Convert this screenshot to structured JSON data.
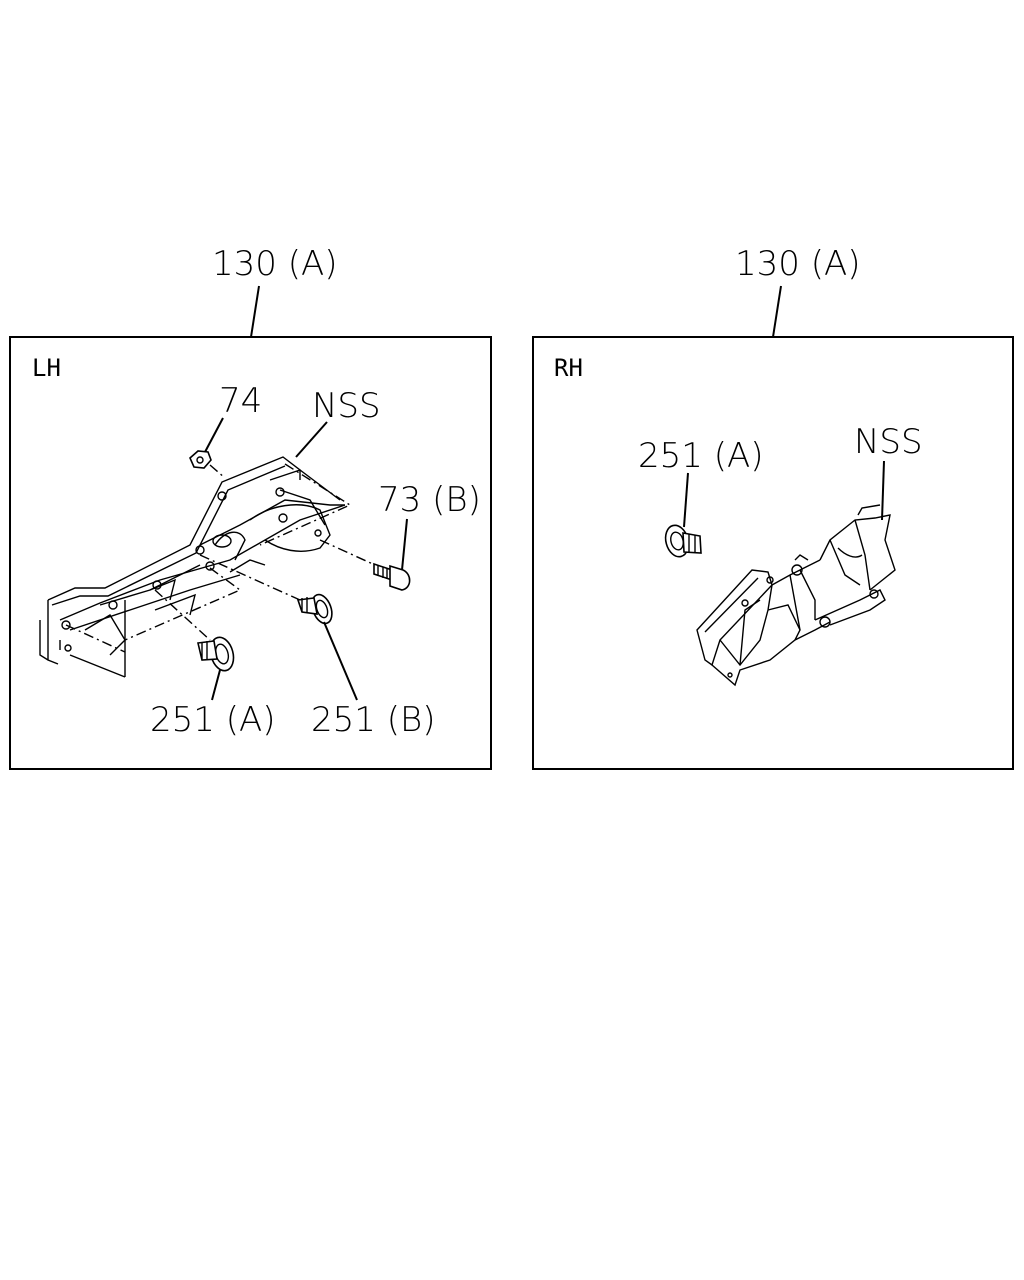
{
  "panels": {
    "lh": {
      "side_label": "LH",
      "assembly_label": "130 (A)",
      "callouts": {
        "nut": "74",
        "nss": "NSS",
        "bolt": "73 (B)",
        "clip_a": "251 (A)",
        "clip_b": "251 (B)"
      }
    },
    "rh": {
      "side_label": "RH",
      "assembly_label": "130 (A)",
      "callouts": {
        "clip_a": "251 (A)",
        "nss": "NSS"
      }
    }
  }
}
